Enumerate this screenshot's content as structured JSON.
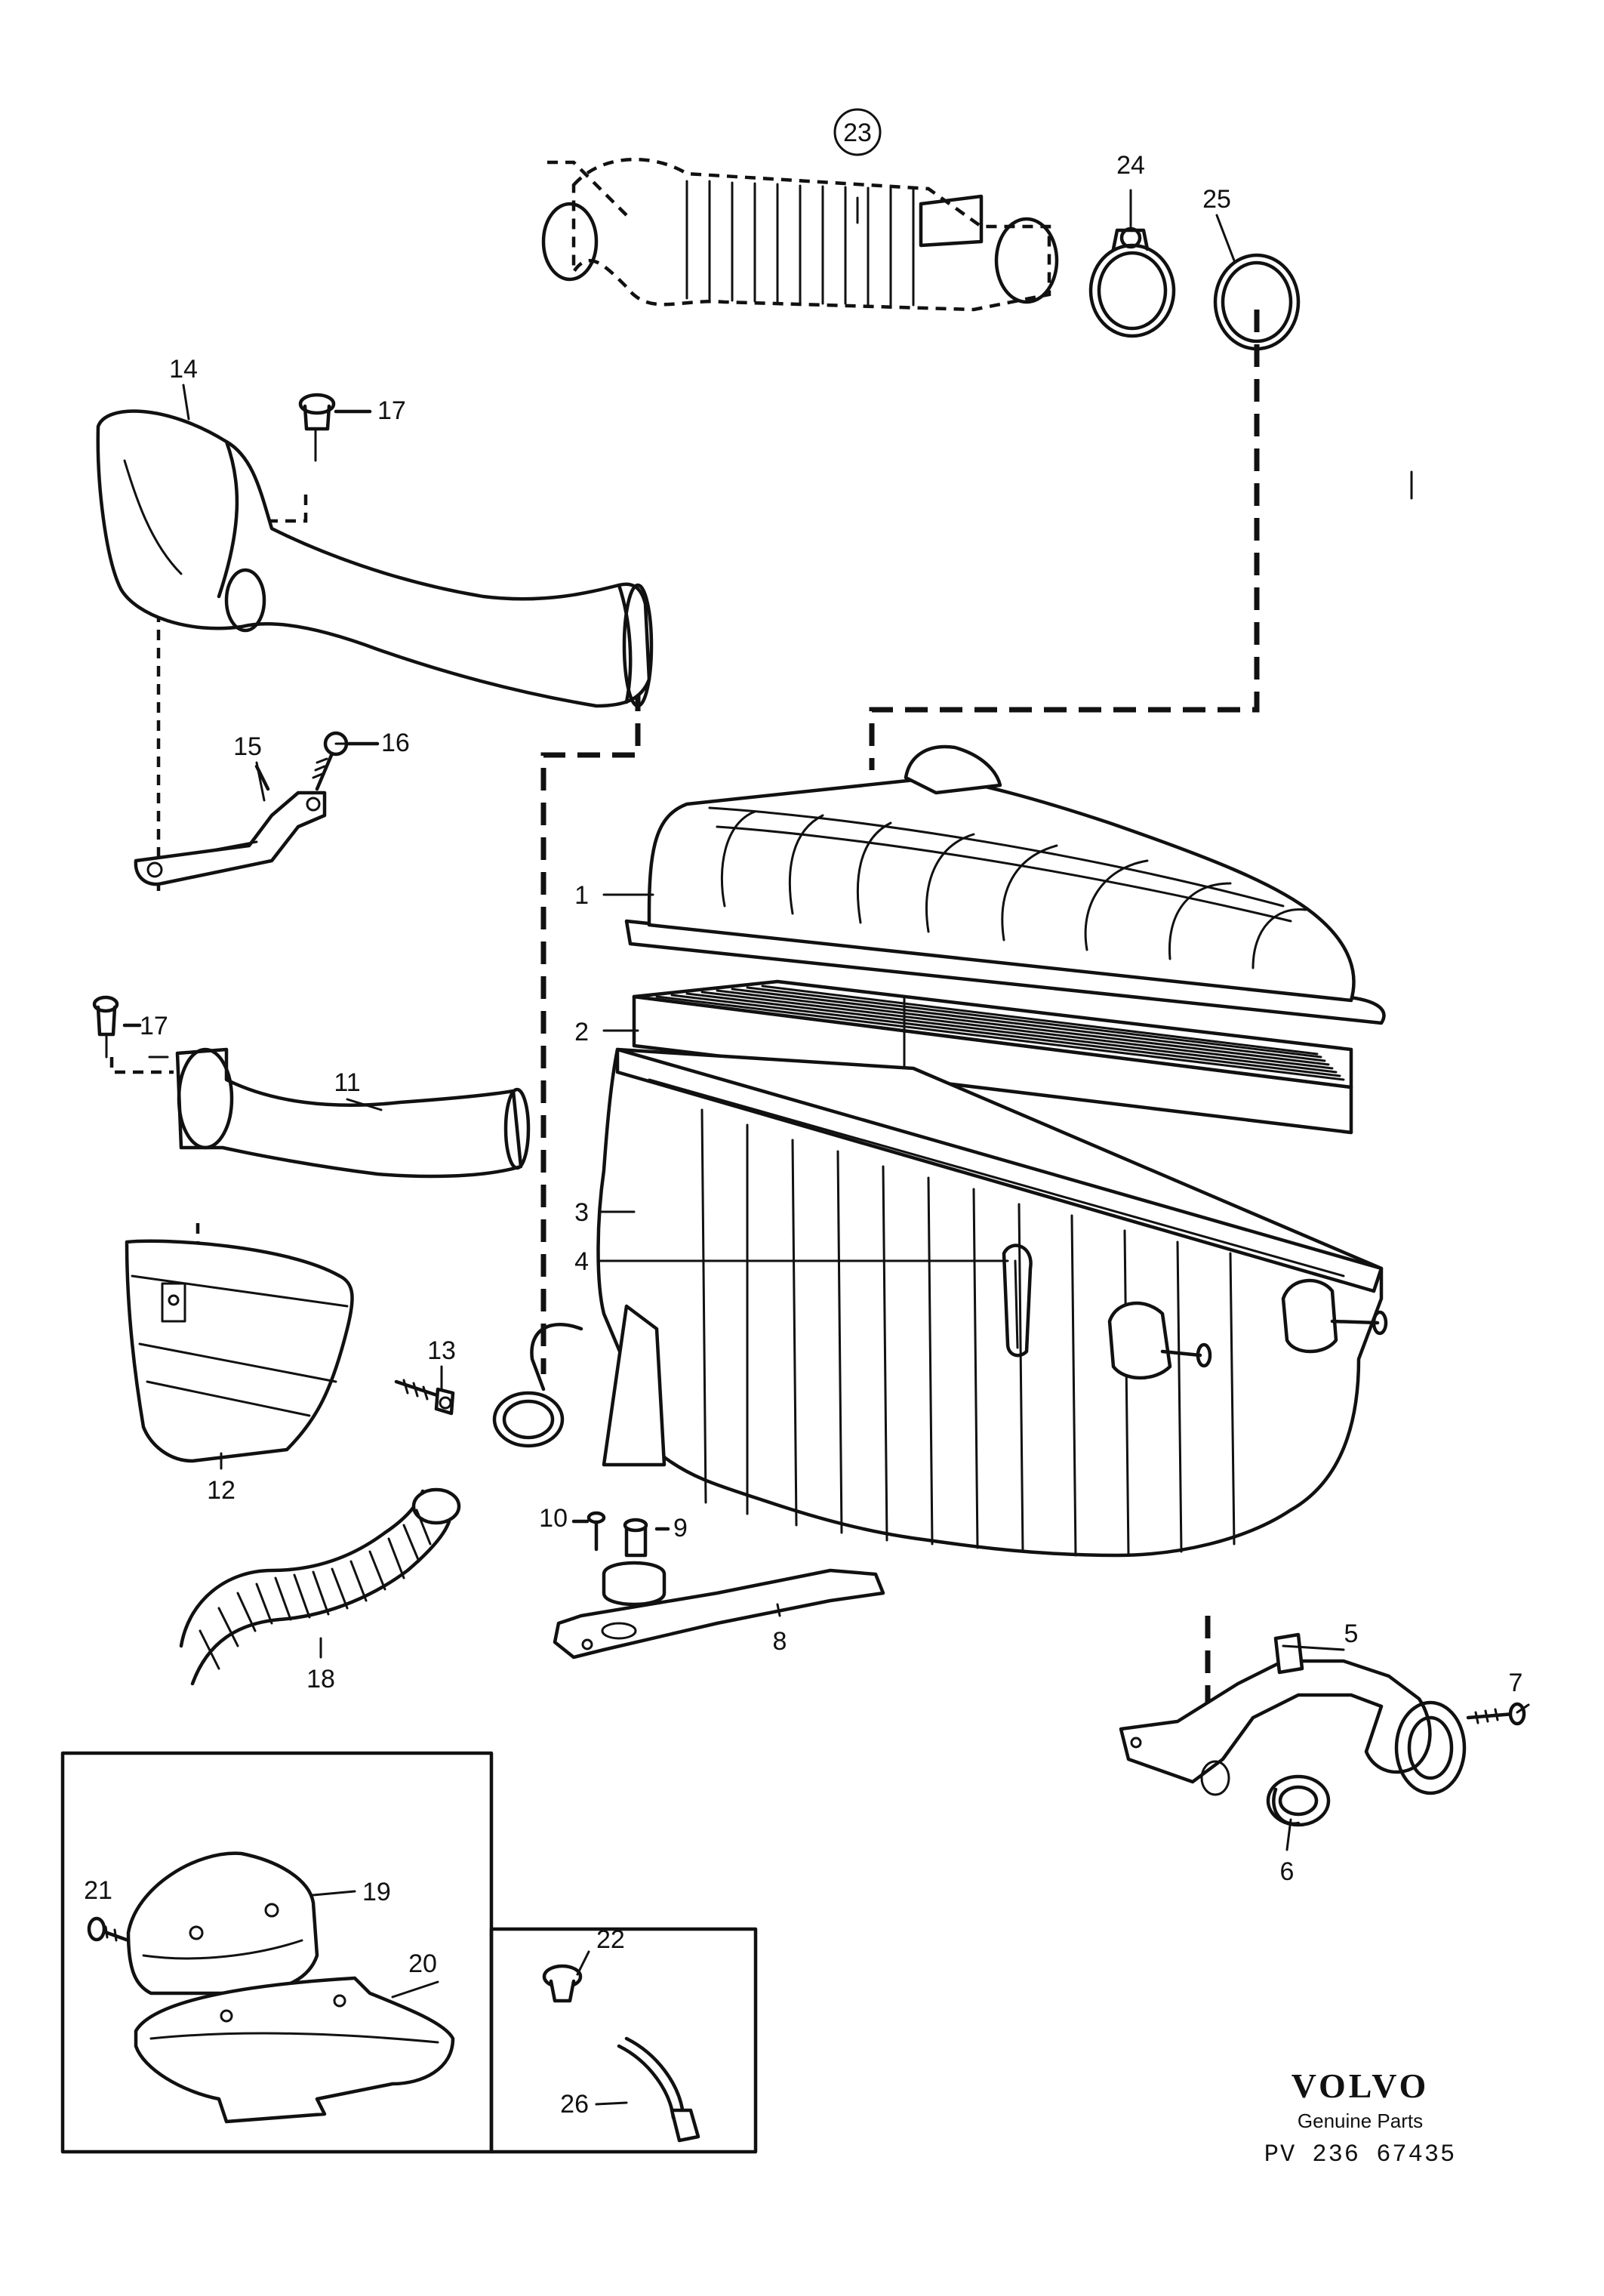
{
  "callouts": [
    "1",
    "2",
    "3",
    "4",
    "5",
    "6",
    "7",
    "8",
    "9",
    "10",
    "11",
    "12",
    "13",
    "14",
    "15",
    "16",
    "17",
    "17",
    "18",
    "19",
    "20",
    "21",
    "22",
    "23",
    "24",
    "25",
    "26"
  ],
  "brand": {
    "logo_text": "VOLVO",
    "subtitle": "Genuine Parts",
    "code": "PV 236 67435"
  }
}
